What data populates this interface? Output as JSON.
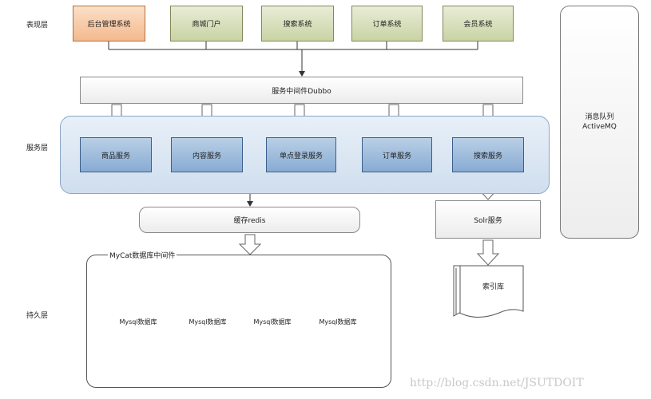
{
  "layers": {
    "presentation": "表现层",
    "service": "服务层",
    "persistence": "持久层"
  },
  "presentation_systems": [
    "后台管理系统",
    "商城门户",
    "搜索系统",
    "订单系统",
    "会员系统"
  ],
  "middleware": "服务中间件Dubbo",
  "services": [
    "商品服务",
    "内容服务",
    "单点登录服务",
    "订单服务",
    "搜索服务"
  ],
  "cache": "缓存redis",
  "solr": "Solr服务",
  "index": "索引库",
  "mycat": {
    "title": "MyCat数据库中间件",
    "databases": [
      "Mysql数据库",
      "Mysql数据库",
      "Mysql数据库",
      "Mysql数据库"
    ]
  },
  "mq": {
    "line1": "消息队列",
    "line2": "ActiveMQ"
  },
  "watermark": "http://blog.csdn.net/JSUTDOIT",
  "colors": {
    "admin_fill": "#f3b98d",
    "system_fill": "#c9d3a3",
    "service_fill": "#88abd3",
    "panel_fill": "#cfdeee"
  }
}
